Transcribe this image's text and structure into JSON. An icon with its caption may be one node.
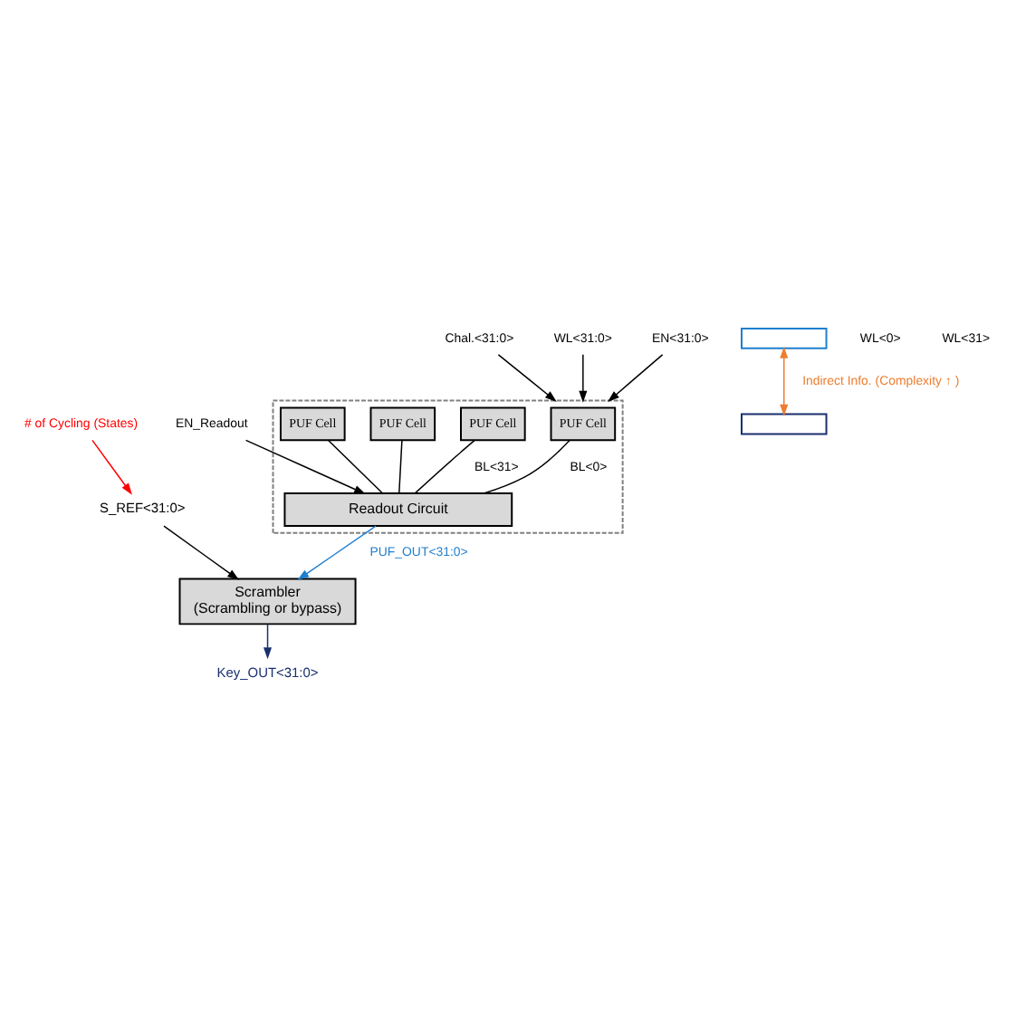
{
  "diagram": {
    "nodes": [
      {
        "text": [],
        "shape": "box"
      },
      {
        "text": [
          "PUF Cell"
        ],
        "in": 0
      },
      {
        "text": [
          "PUF Cell"
        ],
        "in": 0
      },
      {
        "text": [
          "PUF Cell"
        ],
        "in": 0
      },
      {
        "text": [
          "PUF Cell"
        ],
        "in": 0
      },
      {
        "text": [
          "Readout Circuit"
        ],
        "in": 0
      },
      {
        "text": [
          "Chal.<31:0>"
        ]
      },
      {
        "text": [
          "WL<31:0>"
        ]
      },
      {
        "text": [
          "EN<31:0>"
        ]
      },
      {
        "text": [
          "EN_Readout"
        ]
      },
      {
        "text": [
          "Scrambler",
          "(Scrambling or bypass)"
        ]
      },
      {
        "text": [
          "S_REF<31:0>"
        ]
      },
      {
        "text": [
          "Key_OUT<31:0>"
        ]
      },
      {
        "text": [
          "# of Cycling (States)"
        ]
      },
      {
        "text": [],
        "shape": "box"
      },
      {
        "text": [],
        "shape": "box"
      }
    ],
    "edges": [
      {
        "from": 6,
        "to": 0,
        "arrow": "to"
      },
      {
        "from": 7,
        "to": 0,
        "arrow": "to"
      },
      {
        "from": 8,
        "to": 0,
        "arrow": "to"
      },
      {
        "from": 9,
        "to": 5,
        "arrow": "to"
      },
      {
        "from": 1,
        "to": 5,
        "arrow": "none",
        "label": "BL<0>"
      },
      {
        "from": 3,
        "to": 5,
        "arrow": "none"
      },
      {
        "from": 2,
        "to": 5,
        "arrow": "none",
        "label": "BL<31>"
      },
      {
        "from": 4,
        "to": 5,
        "arrow": "none"
      },
      {
        "from": 5,
        "to": 10,
        "arrow": "to",
        "label": "PUF_OUT<31:0>",
        "color": "#1f7fce"
      },
      {
        "from": 11,
        "to": 10,
        "arrow": "to"
      },
      {
        "from": 10,
        "to": 12,
        "arrow": "to",
        "color": "#1a2f6e"
      },
      {
        "from": 13,
        "to": 11,
        "arrow": "to",
        "color": "#ff0000"
      },
      {
        "from": 14,
        "to": 15,
        "arrow": "both",
        "label": "Indirect Info. (Complexity ↑ )",
        "color": "#ed7d31"
      }
    ],
    "labels": [
      "WL<0>",
      "WL<31>"
    ]
  }
}
